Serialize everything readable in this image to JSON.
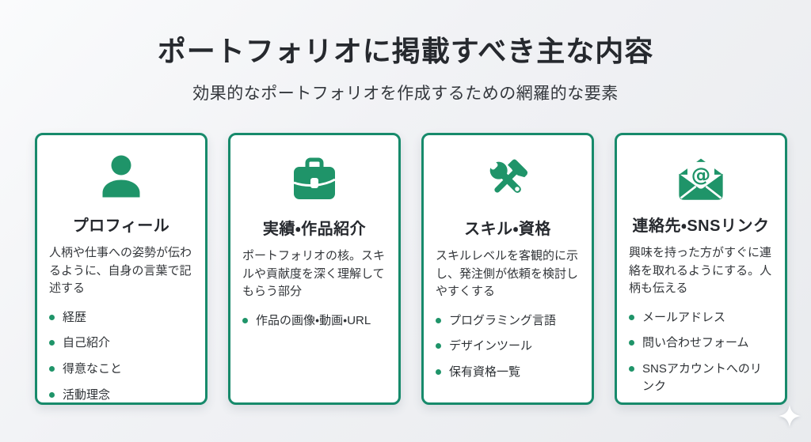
{
  "header": {
    "title": "ポートフォリオに掲載すべき主な内容",
    "subtitle": "効果的なポートフォリオを作成するための網羅的な要素"
  },
  "cards": [
    {
      "icon": "person-icon",
      "title": "プロフィール",
      "description": "人柄や仕事への姿勢が伝わるように、自身の言葉で記述する",
      "bullets": [
        "経歴",
        "自己紹介",
        "得意なこと",
        "活動理念"
      ]
    },
    {
      "icon": "briefcase-icon",
      "title": "実績・作品紹介",
      "description": "ポートフォリオの核。スキルや貢献度を深く理解してもらう部分",
      "bullets": [
        "作品の画像・動画・URL"
      ]
    },
    {
      "icon": "tools-icon",
      "title": "スキル・資格",
      "description": "スキルレベルを客観的に示し、発注側が依頼を検討しやすくする",
      "bullets": [
        "プログラミング言語",
        "デザインツール",
        "保有資格一覧"
      ]
    },
    {
      "icon": "mail-icon",
      "title": "連絡先・SNSリンク",
      "description": "興味を持った方がすぐに連絡を取れるようにする。人柄も伝える",
      "bullets": [
        "メールアドレス",
        "問い合わせフォーム",
        "SNSアカウントへのリンク"
      ]
    }
  ],
  "colors": {
    "accent_border": "#178a6b",
    "icon_green": "#1f9469",
    "card_background": "#ffffff",
    "heading_text": "#26292e",
    "body_text": "#34373b"
  }
}
